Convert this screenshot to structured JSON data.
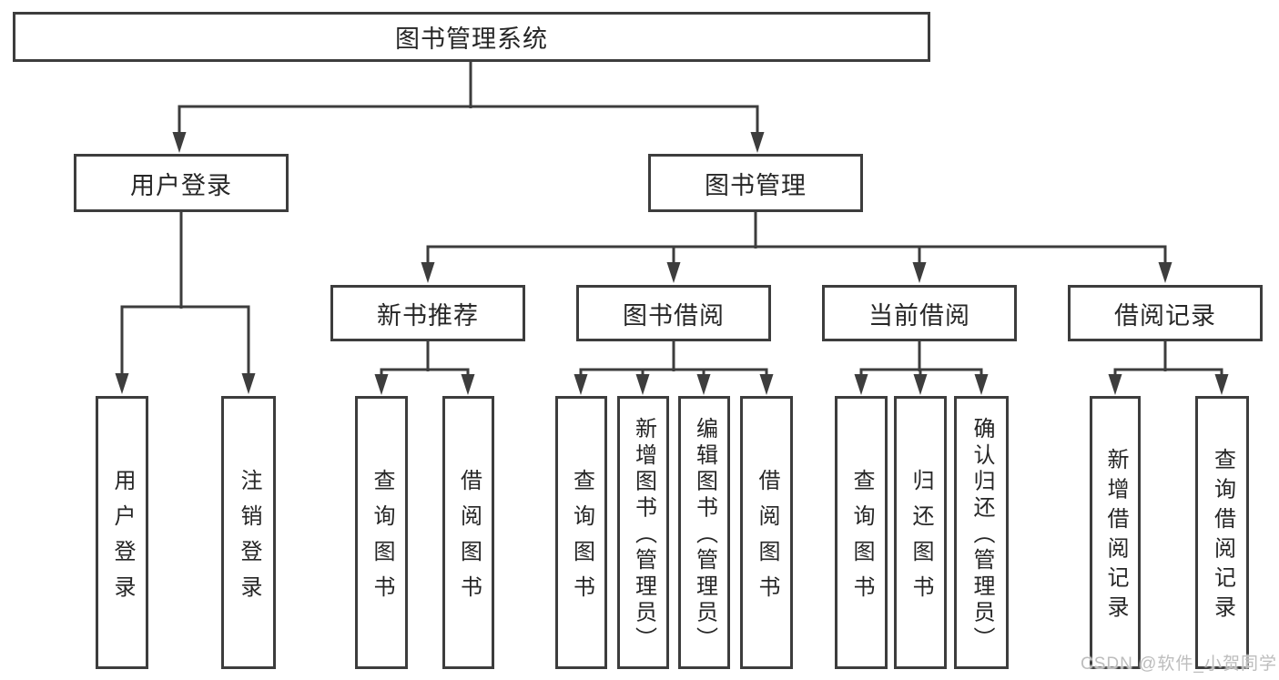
{
  "nodes": {
    "root": "图书管理系统",
    "user_login": "用户登录",
    "book_mgmt": "图书管理",
    "l3": [
      "新书推荐",
      "图书借阅",
      "当前借阅",
      "借阅记录"
    ],
    "user_leaves": [
      "用户登录",
      "注销登录"
    ],
    "newbook_leaves": [
      "查询图书",
      "借阅图书"
    ],
    "borrow_leaves": [
      "查询图书",
      "新增图书（管理员）",
      "编辑图书（管理员）",
      "借阅图书"
    ],
    "current_leaves": [
      "查询图书",
      "归还图书",
      "确认归还（管理员）"
    ],
    "record_leaves": [
      "新增借阅记录",
      "查询借阅记录"
    ]
  },
  "watermark": {
    "text": "CSDN @软件_小贺同学"
  },
  "colors": {
    "line": "#3d3d3d",
    "text": "#262626",
    "background": "#ffffff",
    "watermark": "#bdbdbd"
  }
}
